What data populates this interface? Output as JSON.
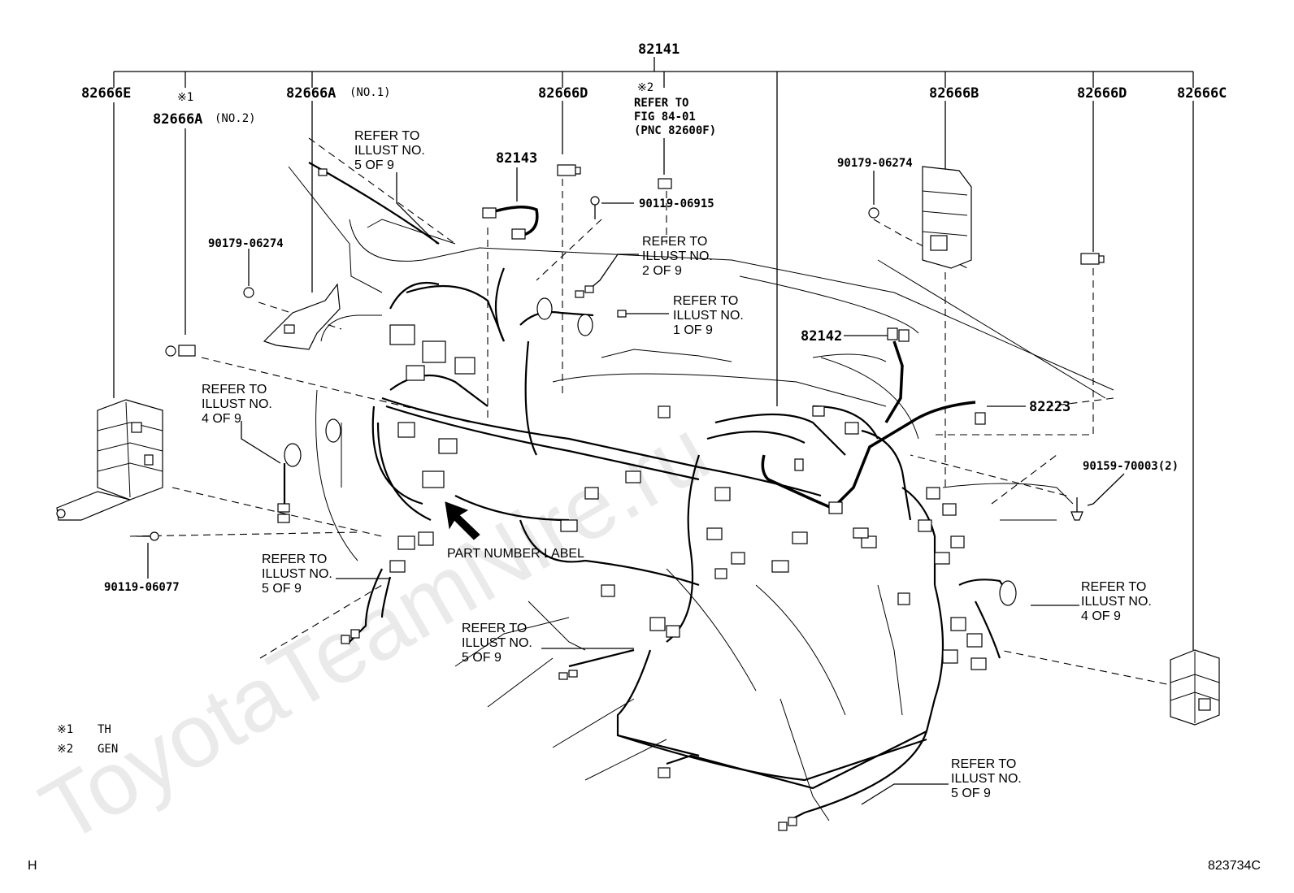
{
  "watermark": "ToyotaTeamNire.ru",
  "part_numbers": {
    "main_harness": "82141",
    "bracket_e": "82666E",
    "bracket_a_no2": "82666A",
    "bracket_a_no2_suffix": "(NO.2)",
    "bracket_a_no1": "82666A",
    "bracket_a_no1_suffix": "(NO.1)",
    "bracket_d_left": "82666D",
    "bracket_b": "82666B",
    "bracket_d_right": "82666D",
    "bracket_c": "82666C",
    "wire_82143": "82143",
    "wire_82142": "82142",
    "wire_82223": "82223",
    "bolt_06915": "90119-06915",
    "clip_06274_left": "90179-06274",
    "clip_06274_right": "90179-06274",
    "screw_70003": "90159-70003(2)",
    "bolt_06077": "90119-06077"
  },
  "marks": {
    "mark1": "※1",
    "mark2": "※2"
  },
  "refer_fig": {
    "line1": "REFER TO",
    "line2": "FIG 84-01",
    "line3": "(PNC 82600F)"
  },
  "refer_labels": [
    {
      "line1": "REFER TO",
      "line2": "ILLUST NO.",
      "line3": "5 OF 9"
    },
    {
      "line1": "REFER TO",
      "line2": "ILLUST NO.",
      "line3": "2 OF 9"
    },
    {
      "line1": "REFER TO",
      "line2": "ILLUST NO.",
      "line3": "1 OF 9"
    },
    {
      "line1": "REFER TO",
      "line2": "ILLUST NO.",
      "line3": "4 OF 9"
    },
    {
      "line1": "REFER TO",
      "line2": "ILLUST NO.",
      "line3": "5 OF 9"
    },
    {
      "line1": "REFER TO",
      "line2": "ILLUST NO.",
      "line3": "5 OF 9"
    },
    {
      "line1": "REFER TO",
      "line2": "ILLUST NO.",
      "line3": "4 OF 9"
    },
    {
      "line1": "REFER TO",
      "line2": "ILLUST NO.",
      "line3": "5 OF 9"
    }
  ],
  "part_number_label": "PART NUMBER LABEL",
  "legend": [
    {
      "mark": "※1",
      "text": "TH"
    },
    {
      "mark": "※2",
      "text": "GEN"
    }
  ],
  "corner_left": "H",
  "figure_id": "823734C"
}
